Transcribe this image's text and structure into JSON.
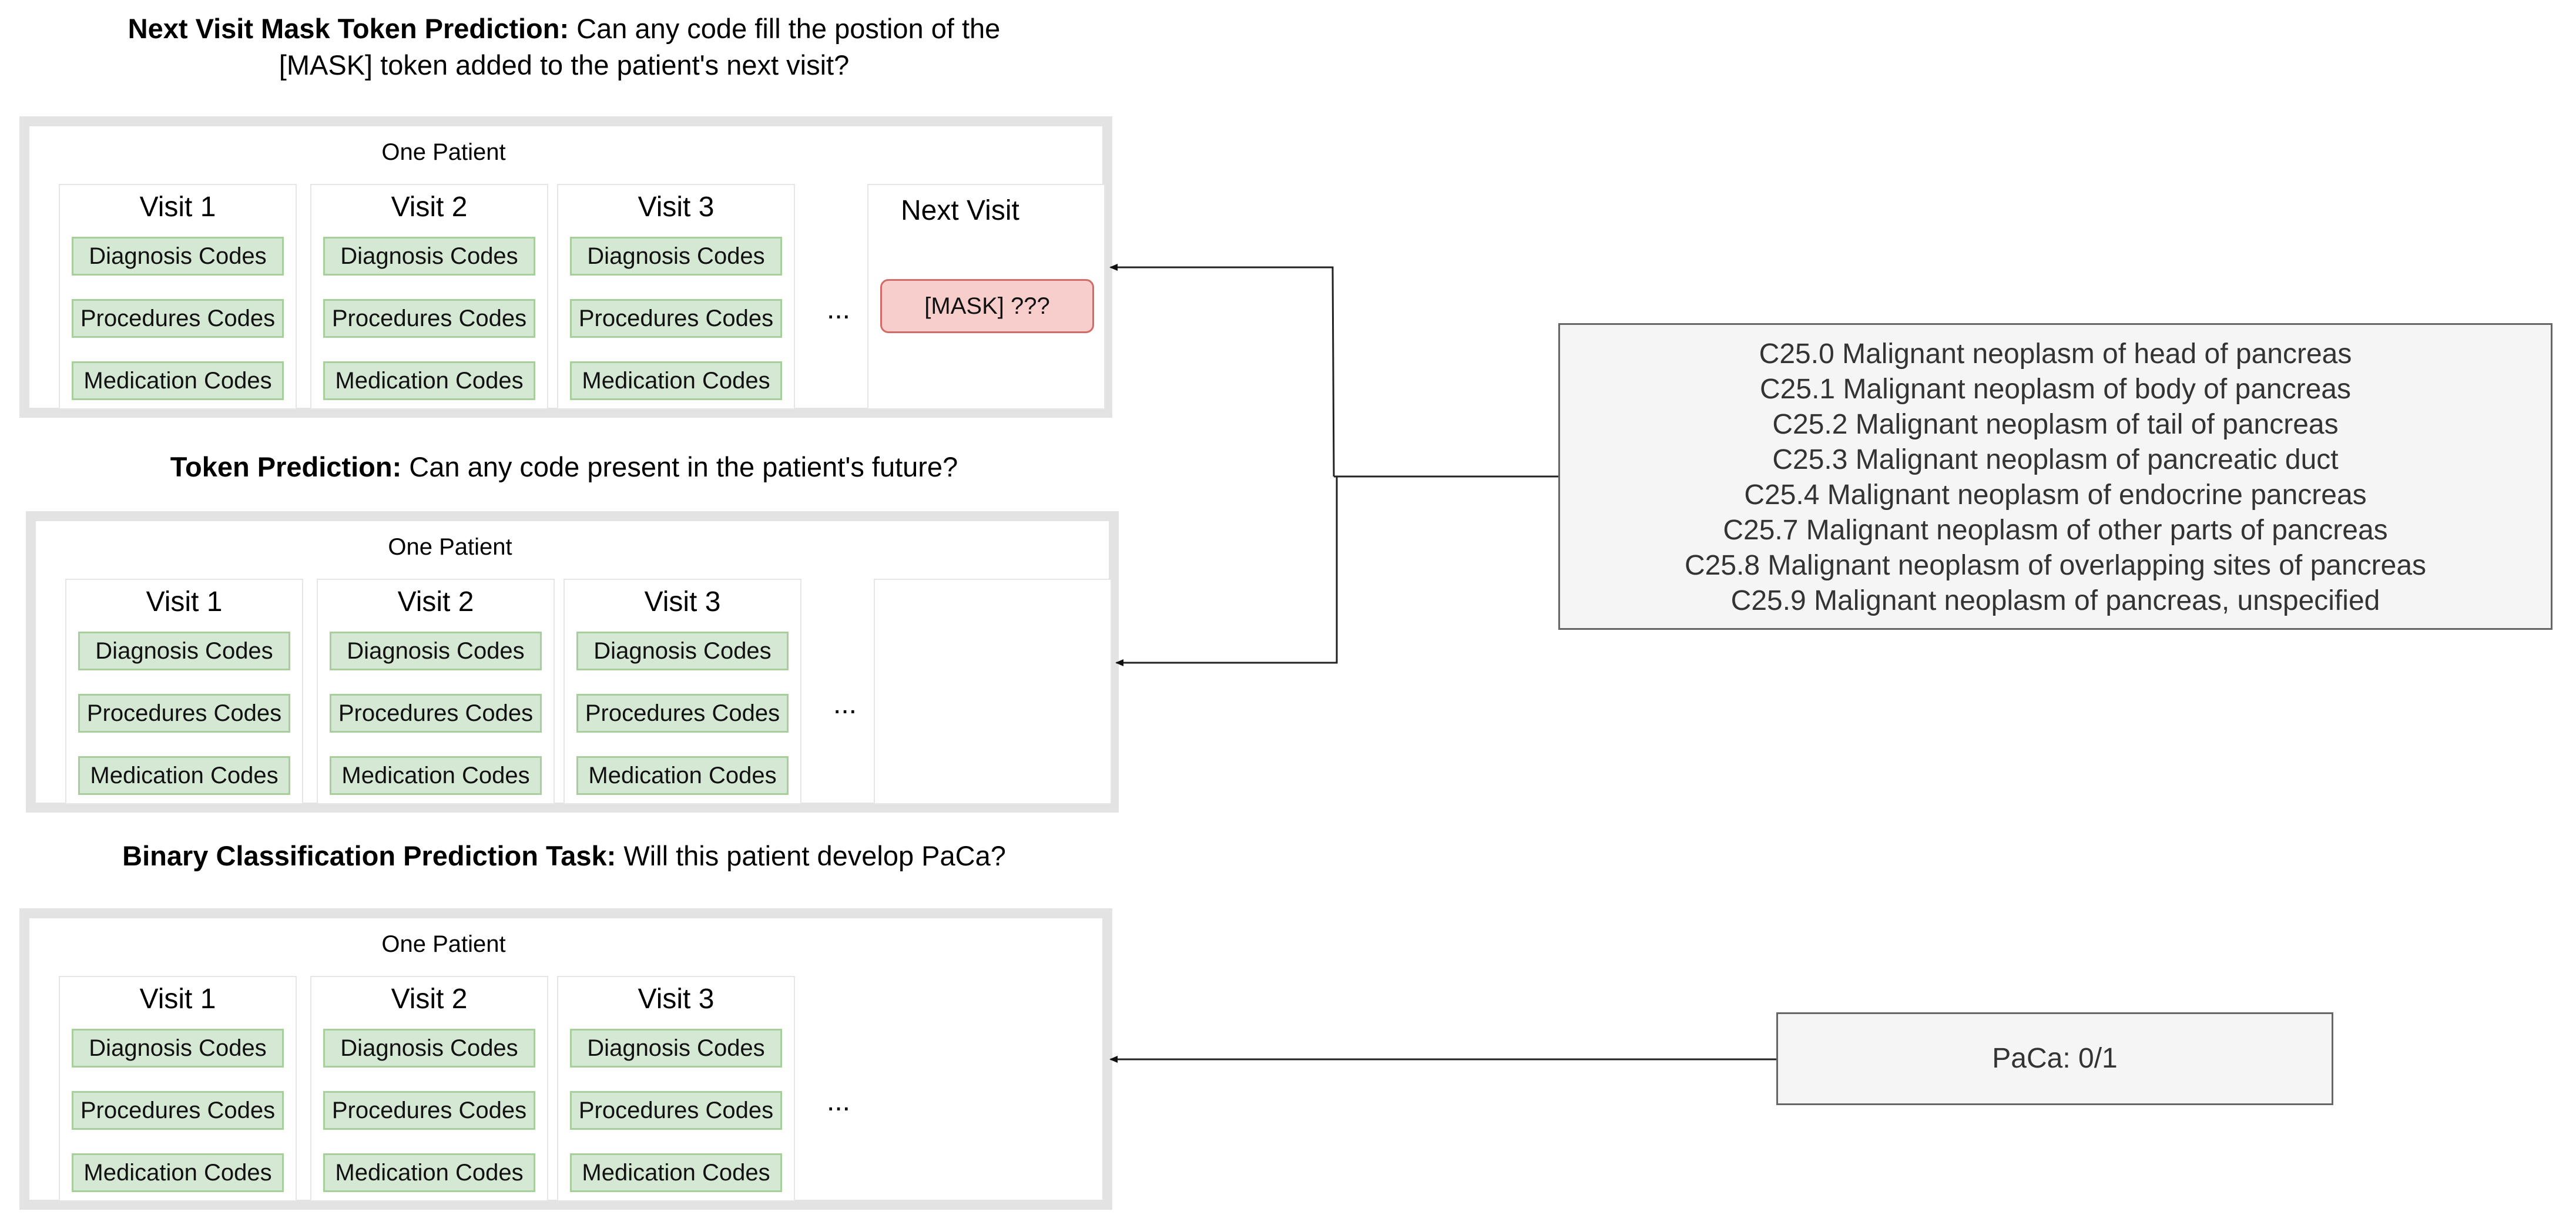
{
  "sections": [
    {
      "heading_bold": "Next Visit Mask Token Prediction:",
      "heading_rest_line1": " Can any code fill the postion of the",
      "heading_line2": "[MASK] token added to the patient's next visit?",
      "patient_label": "One Patient",
      "visits": [
        {
          "title": "Visit 1",
          "codes": [
            "Diagnosis Codes",
            "Procedures Codes",
            "Medication Codes"
          ]
        },
        {
          "title": "Visit 2",
          "codes": [
            "Diagnosis Codes",
            "Procedures Codes",
            "Medication Codes"
          ]
        },
        {
          "title": "Visit 3",
          "codes": [
            "Diagnosis Codes",
            "Procedures Codes",
            "Medication Codes"
          ]
        }
      ],
      "ellipsis": "...",
      "next_visit_title": "Next Visit",
      "mask_label": "[MASK] ???"
    },
    {
      "heading_bold": "Token Prediction:",
      "heading_rest": " Can any code present in the patient's future?",
      "patient_label": "One Patient",
      "visits": [
        {
          "title": "Visit 1",
          "codes": [
            "Diagnosis Codes",
            "Procedures Codes",
            "Medication Codes"
          ]
        },
        {
          "title": "Visit 2",
          "codes": [
            "Diagnosis Codes",
            "Procedures Codes",
            "Medication Codes"
          ]
        },
        {
          "title": "Visit 3",
          "codes": [
            "Diagnosis Codes",
            "Procedures Codes",
            "Medication Codes"
          ]
        }
      ],
      "ellipsis": "..."
    },
    {
      "heading_bold": "Binary Classification Prediction Task:",
      "heading_rest": " Will this patient develop PaCa?",
      "patient_label": "One Patient",
      "visits": [
        {
          "title": "Visit 1",
          "codes": [
            "Diagnosis Codes",
            "Procedures Codes",
            "Medication Codes"
          ]
        },
        {
          "title": "Visit 2",
          "codes": [
            "Diagnosis Codes",
            "Procedures Codes",
            "Medication Codes"
          ]
        },
        {
          "title": "Visit 3",
          "codes": [
            "Diagnosis Codes",
            "Procedures Codes",
            "Medication Codes"
          ]
        }
      ],
      "ellipsis": "..."
    }
  ],
  "codes_box": {
    "lines": [
      "C25.0 Malignant neoplasm of head of pancreas",
      "C25.1 Malignant neoplasm of body of pancreas",
      "C25.2 Malignant neoplasm of tail of pancreas",
      "C25.3 Malignant neoplasm of pancreatic duct",
      "C25.4 Malignant neoplasm of endocrine pancreas",
      "C25.7 Malignant neoplasm of other parts of pancreas",
      "C25.8 Malignant neoplasm of overlapping sites of pancreas",
      "C25.9 Malignant neoplasm of pancreas, unspecified"
    ]
  },
  "label_box": {
    "text": "PaCa: 0/1"
  },
  "colors": {
    "code_fill": "#d5e8d4",
    "code_border": "#a7cf9b",
    "mask_fill": "#f8cecc",
    "mask_border": "#d46a68",
    "info_fill": "#f5f5f5",
    "info_border": "#666666",
    "patient_border": "#e3e3e3"
  }
}
